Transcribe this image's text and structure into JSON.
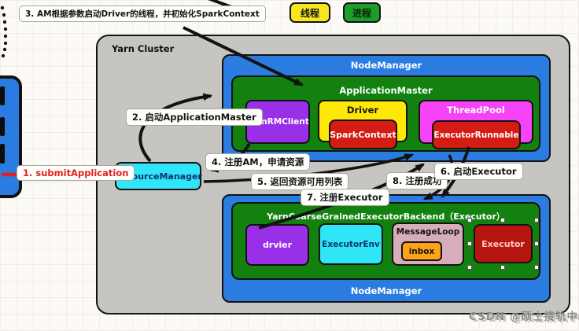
{
  "cluster": {
    "title": "Yarn Cluster"
  },
  "legend": {
    "thread": {
      "label": "线程",
      "color": "#f7e81e"
    },
    "process": {
      "label": "进程",
      "color": "#1d9e2c"
    }
  },
  "nodes": {
    "node_manager_top": "NodeManager",
    "application_master": "ApplicationMaster",
    "yarn_rm_client": "YarnRMClient",
    "driver": "Driver",
    "spark_context": "SparkContext",
    "thread_pool": "ThreadPool",
    "executor_runnable": "ExecutorRunnable",
    "resource_manager": "ResourceManager",
    "node_manager_bottom": "NodeManager",
    "executor_backend": "YarnCoarseGrainedExecutorBackend（Executor）",
    "drvier": "drvier",
    "executor_env": "ExecutorEnv",
    "message_loop": "MessageLoop",
    "inbox": "inbox",
    "executor": "Executor"
  },
  "steps": {
    "s1": "1. submitApplication",
    "s2": "2. 启动ApplicationMaster",
    "s3": "3. AM根据参数启动Driver的线程，并初始化SparkContext",
    "s4": "4. 注册AM，申请资源",
    "s5": "5. 返回资源可用列表",
    "s6": "6. 启动Executor",
    "s7": "7. 注册Executor",
    "s8": "8. 注册成功"
  },
  "watermark": "CSDN @硕士接轨中",
  "colors": {
    "node_blue": "#2b7ce0",
    "container_green": "#12810f",
    "thread_purple": "#9a2fe8",
    "driver_yellow": "#ffe70a",
    "context_red": "#d41c15",
    "pool_magenta": "#f743f7",
    "manager_cyan": "#2fe5f7",
    "loop_pink": "#d8adbb",
    "inbox_orange": "#ffa219",
    "executor_darkred": "#b5170e",
    "cluster_gray": "#c6c5c2",
    "step1_red": "#e02020"
  }
}
